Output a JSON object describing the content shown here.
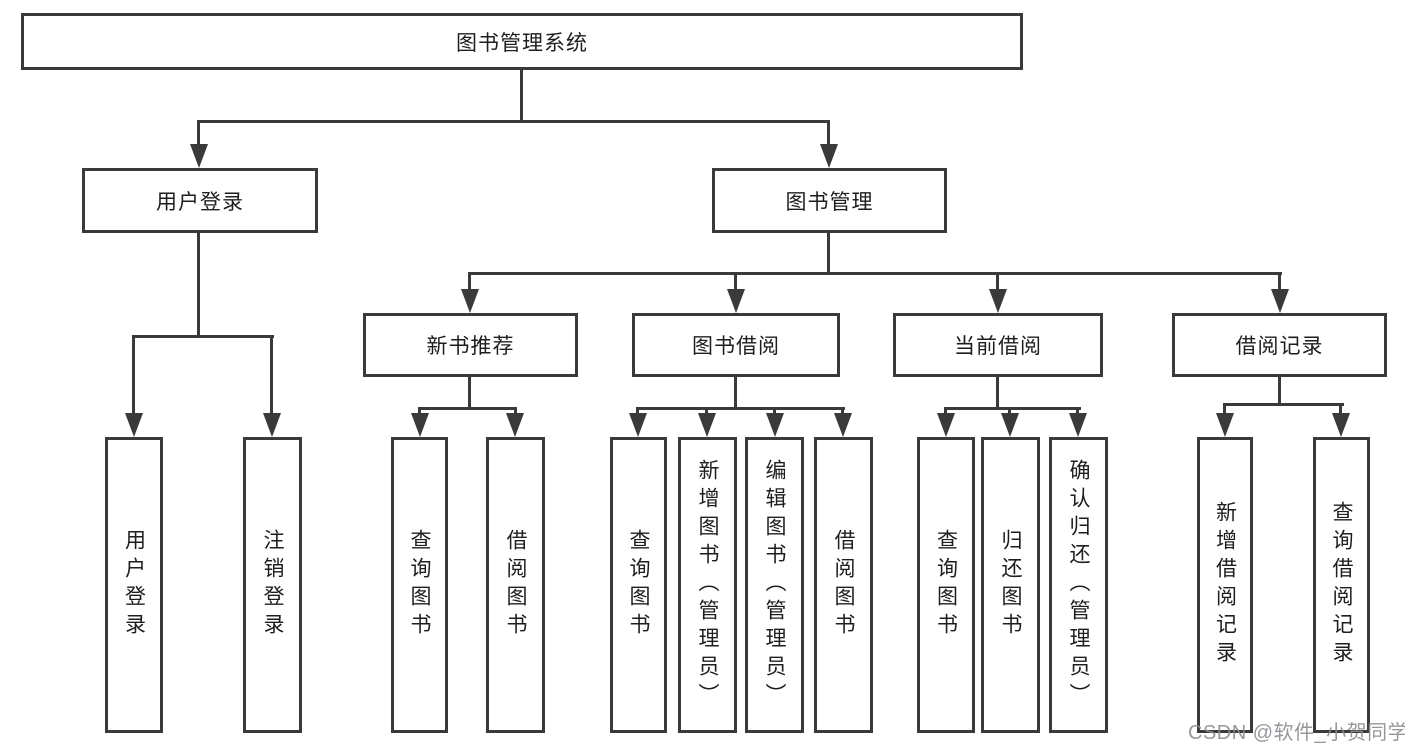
{
  "diagram": {
    "title_node": {
      "label": "图书管理系统"
    },
    "root": {
      "label": "图书管理系统"
    },
    "level2": [
      {
        "label": "用户登录",
        "parent": "图书管理系统"
      },
      {
        "label": "图书管理",
        "parent": "图书管理系统"
      }
    ],
    "level3": [
      {
        "label": "新书推荐",
        "parent": "图书管理"
      },
      {
        "label": "图书借阅",
        "parent": "图书管理"
      },
      {
        "label": "当前借阅",
        "parent": "图书管理"
      },
      {
        "label": "借阅记录",
        "parent": "图书管理"
      }
    ],
    "leaves": [
      {
        "label": "用户登录",
        "parent": "用户登录"
      },
      {
        "label": "注销登录",
        "parent": "用户登录"
      },
      {
        "label": "查询图书",
        "parent": "新书推荐"
      },
      {
        "label": "借阅图书",
        "parent": "新书推荐"
      },
      {
        "label": "查询图书",
        "parent": "图书借阅"
      },
      {
        "label": "新增图书（管理员）",
        "parent": "图书借阅"
      },
      {
        "label": "编辑图书（管理员）",
        "parent": "图书借阅"
      },
      {
        "label": "借阅图书",
        "parent": "图书借阅"
      },
      {
        "label": "查询图书",
        "parent": "当前借阅"
      },
      {
        "label": "归还图书",
        "parent": "当前借阅"
      },
      {
        "label": "确认归还（管理员）",
        "parent": "当前借阅"
      },
      {
        "label": "新增借阅记录",
        "parent": "借阅记录"
      },
      {
        "label": "查询借阅记录",
        "parent": "借阅记录"
      }
    ]
  },
  "watermark": {
    "text": "CSDN @软件_小贺同学",
    "color": "#8c8c92"
  },
  "colors": {
    "line": "#3a3a3a",
    "text": "#1e1e1e",
    "background": "#ffffff"
  }
}
